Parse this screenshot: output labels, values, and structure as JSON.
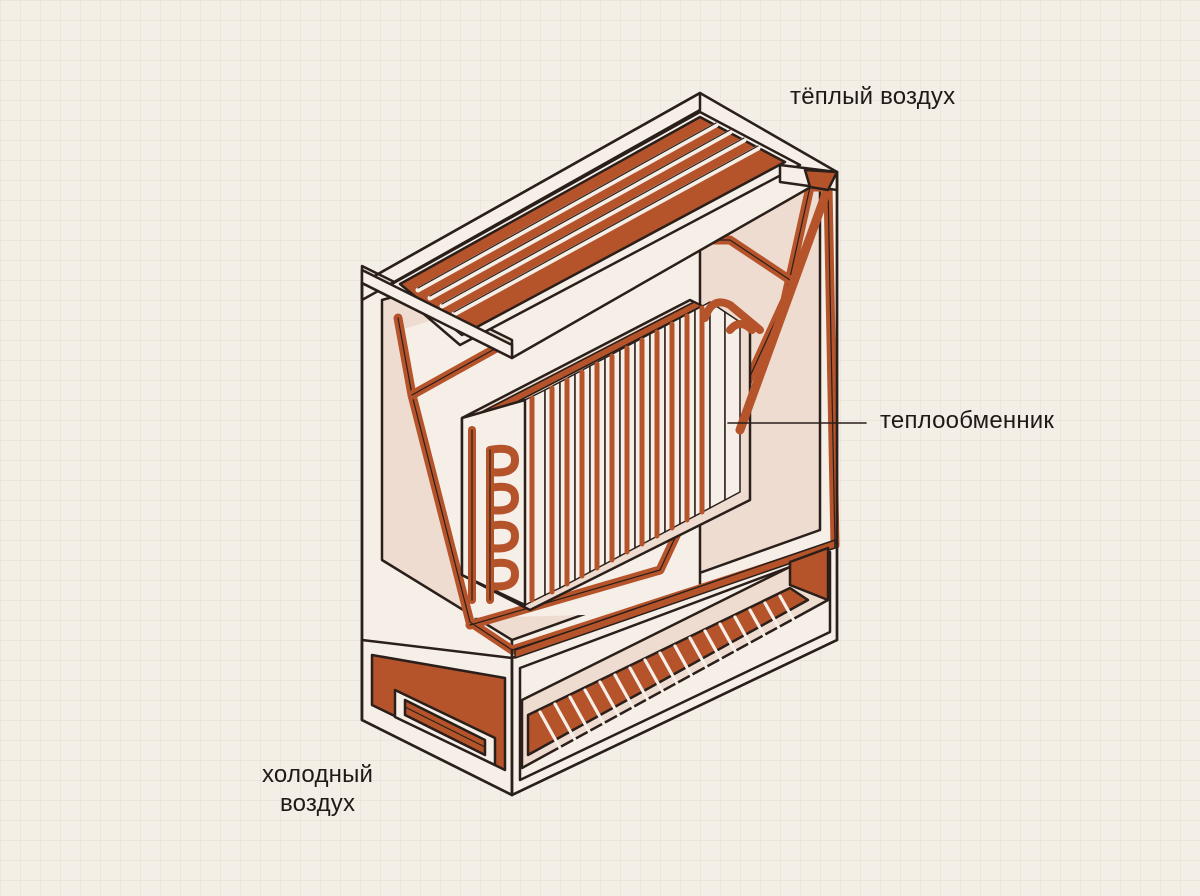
{
  "labels": {
    "warm_air": "тёплый воздух",
    "heat_exchanger": "теплообменник",
    "cold_air_line1": "холодный",
    "cold_air_line2": "воздух"
  },
  "colors": {
    "background": "#f3efe6",
    "grid": "#e2ddd3",
    "outline": "#2a1f1a",
    "copper": "#b5532a",
    "copper_dark": "#8a3a1c",
    "body_light": "#f6efe8",
    "interior": "#efdcd0"
  },
  "icons": [
    "fan-coil-unit-illustration",
    "heat-exchanger-coil-icon",
    "grille-icon"
  ]
}
